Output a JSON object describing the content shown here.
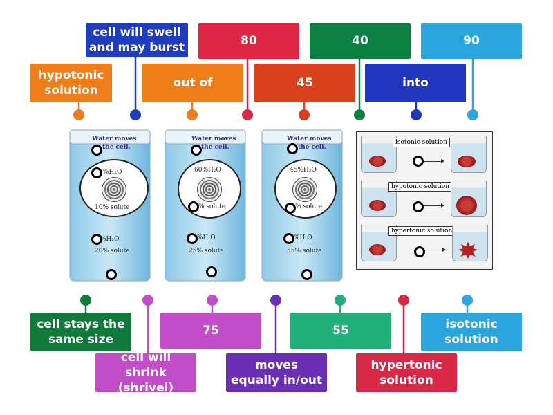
{
  "colors": {
    "orange": "#ef7d1a",
    "blue_dark": "#1f3dbd",
    "red": "#dd2745",
    "red_orange": "#d9411d",
    "green_dark": "#0c8043",
    "blue_light": "#2ba5de",
    "navy": "#2236c0",
    "green": "#0f7a3a",
    "magenta": "#c24dc9",
    "purple": "#6a2fb5",
    "teal": "#22b07a",
    "crimson": "#d92845"
  },
  "tiles_top": [
    {
      "label": "hypotonic solution",
      "color": "#ef7d1a"
    },
    {
      "label": "cell will swell and may burst",
      "color": "#1f3dbd"
    },
    {
      "label": "out of",
      "color": "#ef7d1a"
    },
    {
      "label": "80",
      "color": "#dd2745"
    },
    {
      "label": "45",
      "color": "#d9411d"
    },
    {
      "label": "40",
      "color": "#0c8043"
    },
    {
      "label": "into",
      "color": "#2236c0"
    },
    {
      "label": "90",
      "color": "#2ba5de"
    }
  ],
  "tiles_bottom": [
    {
      "label": "cell stays the same size",
      "color": "#0f7a3a"
    },
    {
      "label": "cell will shrink (shrivel)",
      "color": "#c24dc9"
    },
    {
      "label": "75",
      "color": "#c24dc9"
    },
    {
      "label": "moves equally in/out",
      "color": "#6a2fb5"
    },
    {
      "label": "55",
      "color": "#22b07a"
    },
    {
      "label": "hypertonic solution",
      "color": "#d92845"
    },
    {
      "label": "isotonic solution",
      "color": "#2ba5de"
    }
  ],
  "beakers": [
    {
      "water_moves": "Water moves",
      "the_cell": "the cell.",
      "inside_h2o": "%H₂O",
      "inside_solute": "10% solute",
      "outside_h2o": "%H₂O",
      "outside_solute": "20% solute"
    },
    {
      "water_moves": "Water moves",
      "the_cell": "the cell.",
      "inside_h2o": "60%H₂O",
      "inside_solute": "% solute",
      "outside_h2o": "%H O",
      "outside_solute": "25% solute"
    },
    {
      "water_moves": "Water moves",
      "the_cell": "the cell.",
      "inside_h2o": "45%H₂O",
      "inside_solute": "% solute",
      "outside_h2o": "%H O",
      "outside_solute": "55% solute"
    }
  ],
  "panel": {
    "rows": [
      {
        "label": "isotonic solution"
      },
      {
        "label": "hypotonic solution"
      },
      {
        "label": "hypertonic solution"
      }
    ]
  }
}
